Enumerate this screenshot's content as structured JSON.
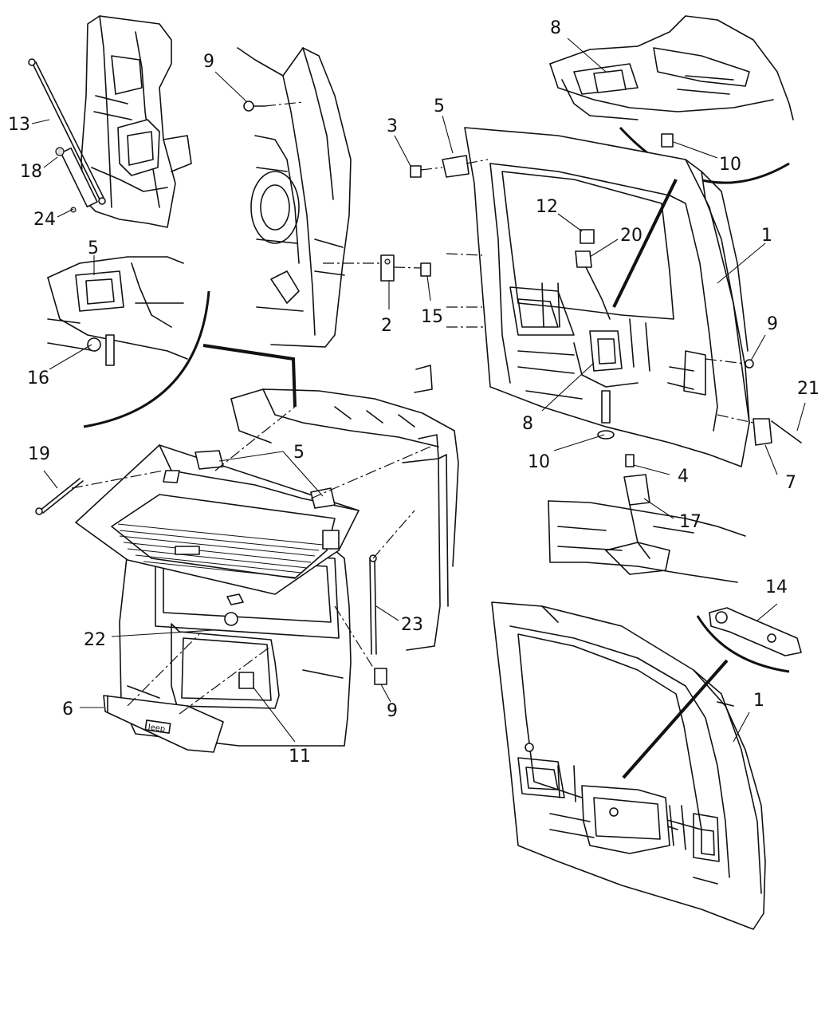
{
  "callouts": {
    "c13": "13",
    "c18": "18",
    "c24": "24",
    "c9a": "9",
    "c3": "3",
    "c5a": "5",
    "c8a": "8",
    "c10a": "10",
    "c12": "12",
    "c20": "20",
    "c1a": "1",
    "c5b": "5",
    "c2": "2",
    "c15": "15",
    "c16": "16",
    "c9b": "9",
    "c8b": "8",
    "c21": "21",
    "c10b": "10",
    "c7": "7",
    "c19": "19",
    "c5c": "5",
    "c4": "4",
    "c17": "17",
    "c23": "23",
    "c22": "22",
    "c14": "14",
    "c6": "6",
    "c11": "11",
    "c9c": "9",
    "c1b": "1"
  },
  "badge_text": "Jeep"
}
